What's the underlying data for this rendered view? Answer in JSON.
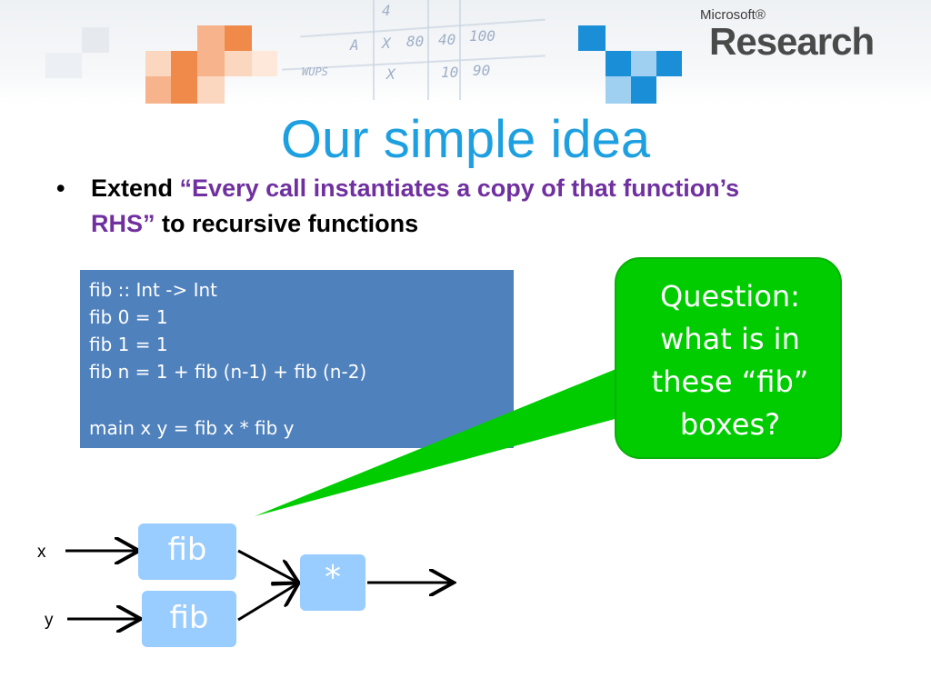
{
  "header": {
    "logo_small": "Microsoft®",
    "logo_big": "Research",
    "sketch_text": [
      "A",
      "X",
      "80",
      "40",
      "100",
      "WUPS",
      "X",
      "10",
      "90",
      "4"
    ]
  },
  "title": "Our simple idea",
  "bullet": {
    "marker": "•",
    "prefix": "Extend",
    "quote": "“Every call instantiates a copy of that function’s RHS”",
    "suffix": "to recursive functions"
  },
  "code": {
    "lines": [
      "fib :: Int -> Int",
      "fib 0 = 1",
      "fib 1 = 1",
      "fib n = 1 + fib (n-1) + fib (n-2)",
      "",
      "main x y = fib x * fib y"
    ]
  },
  "question": {
    "lines": [
      "Question:",
      "what is in",
      "these “fib”",
      "boxes?"
    ]
  },
  "diagram": {
    "input_x": "x",
    "input_y": "y",
    "box_top": "fib",
    "box_bottom": "fib",
    "operator": "*"
  },
  "colors": {
    "title": "#1ea0e0",
    "quote": "#7030a0",
    "code_bg": "#4f81bd",
    "callout": "#00cc00",
    "node": "#99ccff"
  }
}
